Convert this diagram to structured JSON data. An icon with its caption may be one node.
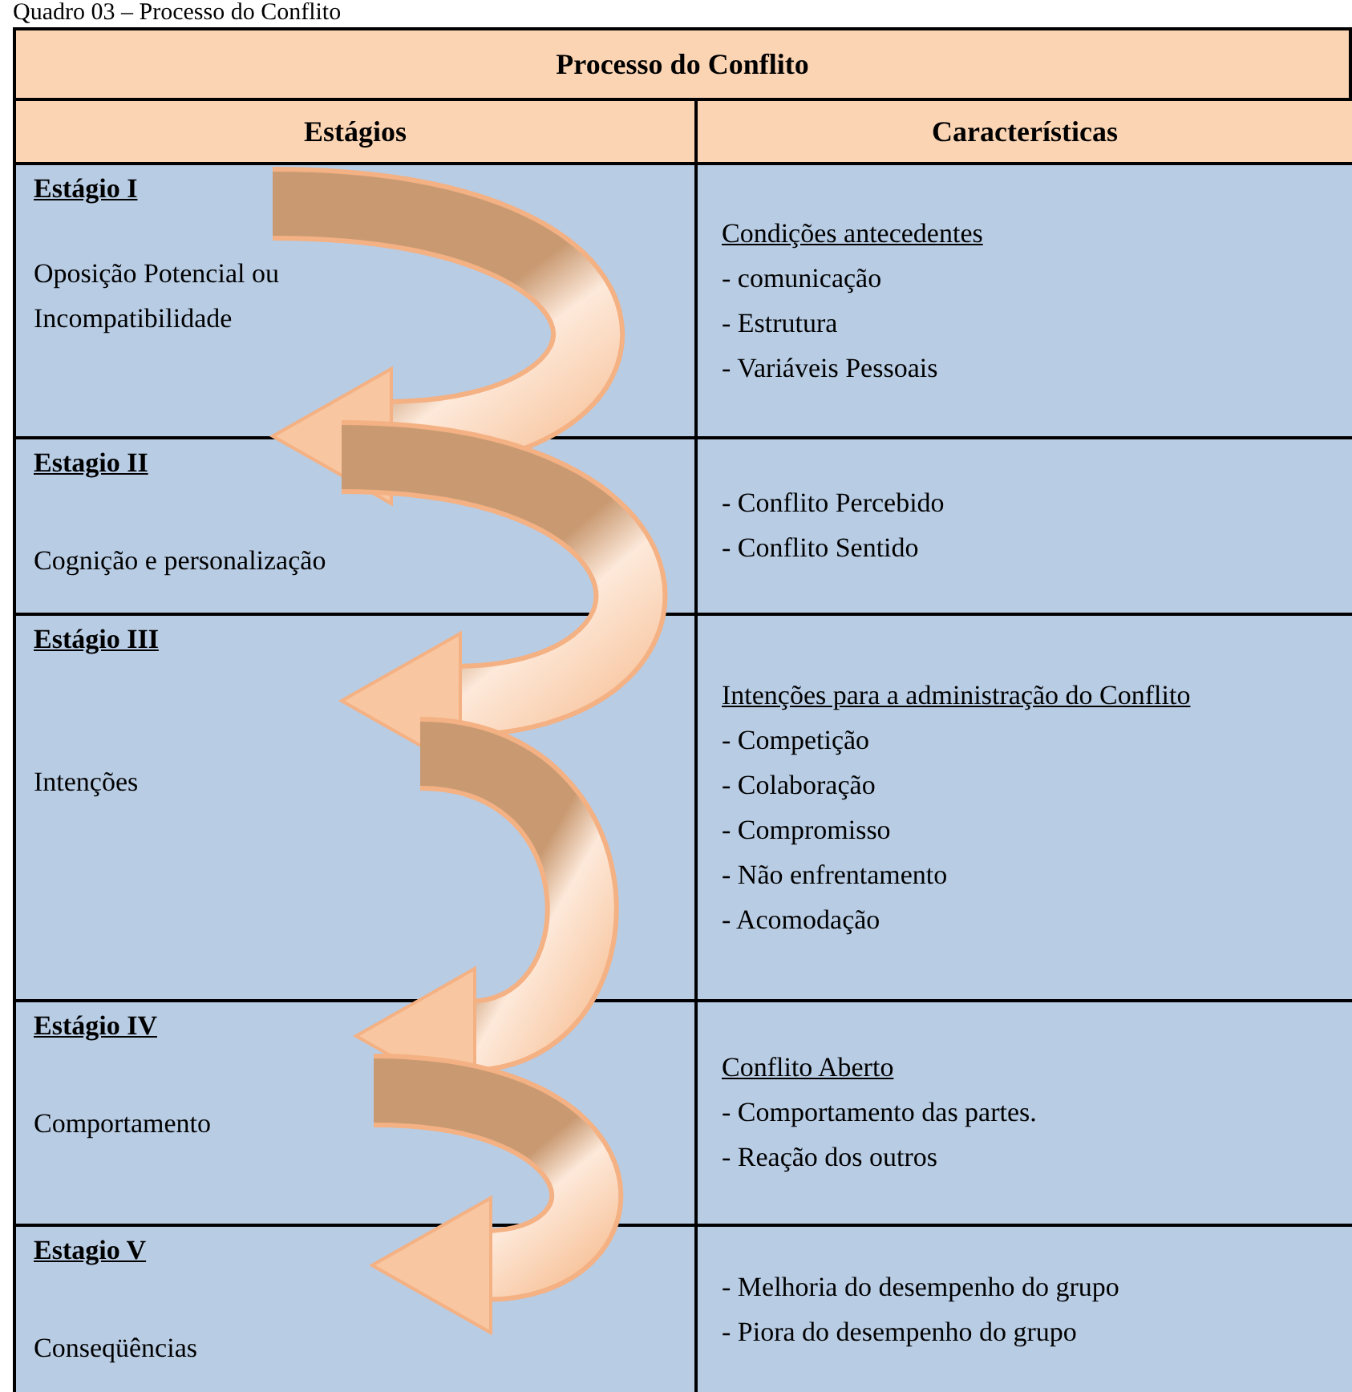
{
  "diagram": {
    "title": "Quadro 03 – Processo do Conflito",
    "labels": [
      "Processo do Conflito",
      "Estágios",
      "Características",
      "Estágio I",
      "Oposição Potencial ou Incompatibilidade",
      "Condições antecedentes",
      "- comunicação",
      "- Estrutura",
      "- Variáveis Pessoais",
      "Estagio II",
      "Cognição e personalização",
      "- Conflito Percebido",
      "- Conflito Sentido",
      "Estágio III",
      "Intenções",
      "Intenções para a administração do Conflito",
      "- Competição",
      "- Colaboração",
      "- Compromisso",
      "- Não enfrentamento",
      "- Acomodação",
      "Estágio IV",
      "Comportamento",
      "Conflito Aberto",
      "- Comportamento das partes.",
      "- Reação dos outros",
      "Estagio V",
      "Conseqüências",
      "- Melhoria do desempenho do grupo",
      "- Piora do desempenho do grupo"
    ]
  }
}
